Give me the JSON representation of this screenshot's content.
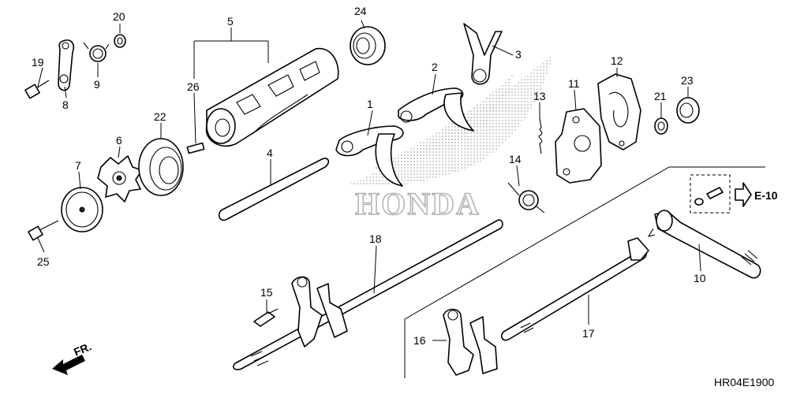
{
  "callouts": {
    "c1": "1",
    "c2": "2",
    "c3": "3",
    "c4": "4",
    "c5": "5",
    "c6": "6",
    "c7": "7",
    "c8": "8",
    "c9": "9",
    "c10": "10",
    "c11": "11",
    "c12": "12",
    "c13": "13",
    "c14": "14",
    "c15": "15",
    "c16": "16",
    "c17": "17",
    "c18": "18",
    "c19": "19",
    "c20": "20",
    "c21": "21",
    "c22": "22",
    "c23": "23",
    "c24": "24",
    "c25": "25",
    "c26": "26"
  },
  "reference": {
    "label": "E-10"
  },
  "front_marker": {
    "label": "FR."
  },
  "watermark": {
    "text": "HONDA"
  },
  "diagram_code": "HR04E1900"
}
